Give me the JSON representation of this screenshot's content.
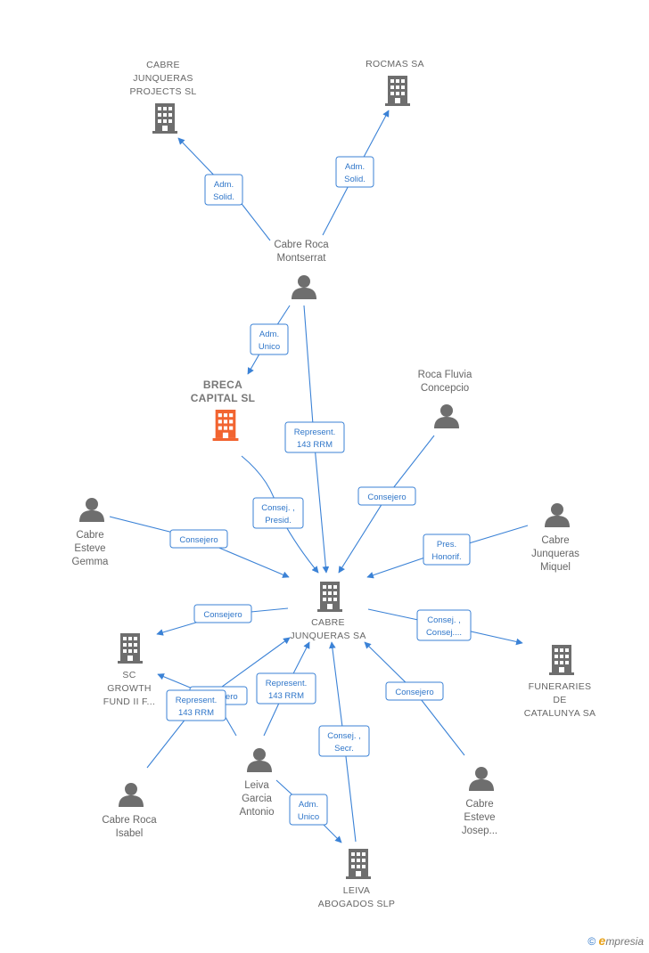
{
  "colors": {
    "edge": "#3b82d6",
    "edge_text": "#2f76c9",
    "node_icon": "#6e6e6e",
    "highlight_icon": "#f26430",
    "label_text": "#666666"
  },
  "nodes": [
    {
      "id": "cabre_junqueras_projects",
      "kind": "company",
      "lines": [
        "CABRE",
        "JUNQUERAS",
        "PROJECTS  SL"
      ]
    },
    {
      "id": "rocmas",
      "kind": "company",
      "lines": [
        "ROCMAS SA"
      ]
    },
    {
      "id": "cabre_roca_montserrat",
      "kind": "person",
      "lines": [
        "Cabre Roca",
        "Montserrat"
      ]
    },
    {
      "id": "breca_capital",
      "kind": "company",
      "highlight": true,
      "lines": [
        "BRECA",
        "CAPITAL  SL"
      ]
    },
    {
      "id": "roca_fluvia",
      "kind": "person",
      "lines": [
        "Roca Fluvia",
        "Concepcio"
      ]
    },
    {
      "id": "cabre_esteve_gemma",
      "kind": "person",
      "lines": [
        "Cabre",
        "Esteve",
        "Gemma"
      ]
    },
    {
      "id": "cabre_junqueras_miquel",
      "kind": "person",
      "lines": [
        "Cabre",
        "Junqueras",
        "Miquel"
      ]
    },
    {
      "id": "cabre_junqueras_sa",
      "kind": "company",
      "lines": [
        "CABRE",
        "JUNQUERAS SA"
      ]
    },
    {
      "id": "sc_growth",
      "kind": "company",
      "lines": [
        "SC",
        "GROWTH",
        "FUND II F..."
      ]
    },
    {
      "id": "funeraries",
      "kind": "company",
      "lines": [
        "FUNERARIES",
        "DE",
        "CATALUNYA SA"
      ]
    },
    {
      "id": "leiva_garcia",
      "kind": "person",
      "lines": [
        "Leiva",
        "Garcia",
        "Antonio"
      ]
    },
    {
      "id": "cabre_roca_isabel",
      "kind": "person",
      "lines": [
        "Cabre Roca",
        "Isabel"
      ]
    },
    {
      "id": "cabre_esteve_josep",
      "kind": "person",
      "lines": [
        "Cabre",
        "Esteve",
        "Josep..."
      ]
    },
    {
      "id": "leiva_abogados",
      "kind": "company",
      "lines": [
        "LEIVA",
        "ABOGADOS  SLP"
      ]
    }
  ],
  "edges": [
    {
      "id": "e1",
      "label": [
        "Adm.",
        "Solid."
      ]
    },
    {
      "id": "e2",
      "label": [
        "Adm.",
        "Solid."
      ]
    },
    {
      "id": "e3",
      "label": [
        "Adm.",
        "Unico"
      ]
    },
    {
      "id": "e4",
      "label": [
        "Represent.",
        "143 RRM"
      ]
    },
    {
      "id": "e5",
      "label": [
        "Consej. ,",
        "Presid."
      ]
    },
    {
      "id": "e6",
      "label": [
        "Consejero"
      ]
    },
    {
      "id": "e7",
      "label": [
        "Consejero"
      ]
    },
    {
      "id": "e8",
      "label": [
        "Pres.",
        "Honorif."
      ]
    },
    {
      "id": "e9",
      "label": [
        "Consejero"
      ]
    },
    {
      "id": "e10",
      "label": [
        "Consej. ,",
        "Consej...."
      ]
    },
    {
      "id": "e11",
      "label": [
        "Consejero"
      ]
    },
    {
      "id": "e12",
      "label": [
        "Represent.",
        "143 RRM"
      ]
    },
    {
      "id": "e13",
      "label": [
        "Represent.",
        "143 RRM"
      ]
    },
    {
      "id": "e14",
      "label": [
        "Consej. ,",
        "Secr."
      ]
    },
    {
      "id": "e15",
      "label": [
        "Consejero"
      ]
    },
    {
      "id": "e16",
      "label": [
        "Adm.",
        "Unico"
      ]
    }
  ],
  "footer": {
    "copyright": "©",
    "brand_e": "e",
    "brand_rest": "mpresia"
  }
}
